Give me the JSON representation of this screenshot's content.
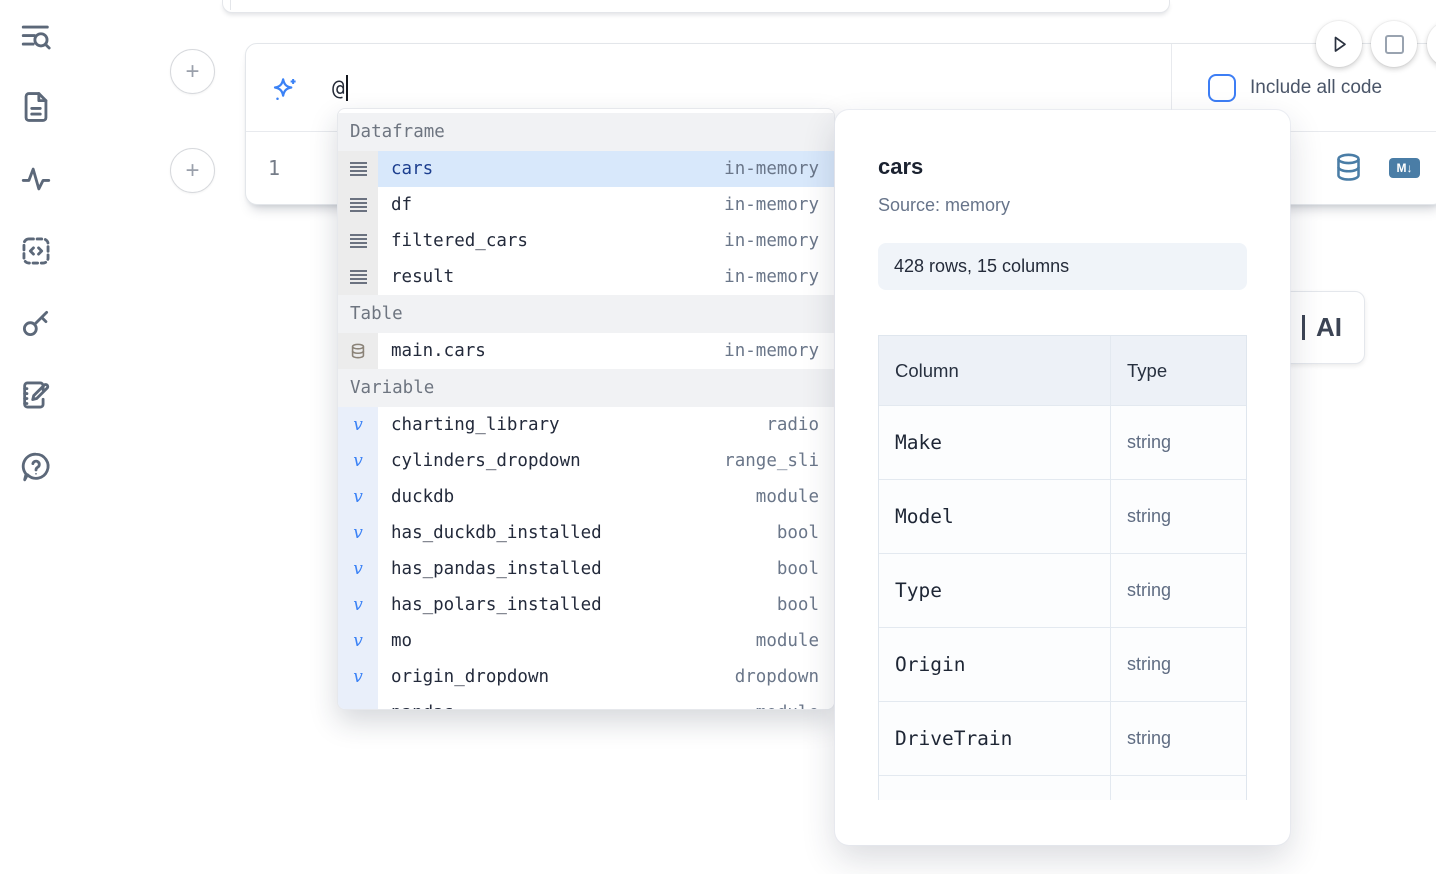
{
  "sidebar": {
    "items": [
      {
        "name": "search-notebook"
      },
      {
        "name": "file-explorer"
      },
      {
        "name": "dependencies"
      },
      {
        "name": "snippets"
      },
      {
        "name": "secrets"
      },
      {
        "name": "scratchpad"
      },
      {
        "name": "help"
      }
    ]
  },
  "cell": {
    "prompt_value": "@",
    "include_all_code_label": "Include all code",
    "include_all_code_checked": false,
    "line_number": "1",
    "markdown_badge": "M↓"
  },
  "ai_button": {
    "label": "AI"
  },
  "autocomplete": {
    "sections": {
      "dataframe": {
        "label": "Dataframe",
        "items": [
          {
            "name": "cars",
            "type": "in-memory",
            "selected": true
          },
          {
            "name": "df",
            "type": "in-memory"
          },
          {
            "name": "filtered_cars",
            "type": "in-memory"
          },
          {
            "name": "result",
            "type": "in-memory"
          }
        ]
      },
      "table": {
        "label": "Table",
        "items": [
          {
            "name": "main.cars",
            "type": "in-memory"
          }
        ]
      },
      "variable": {
        "label": "Variable",
        "items": [
          {
            "name": "charting_library",
            "type": "radio"
          },
          {
            "name": "cylinders_dropdown",
            "type": "range_sli"
          },
          {
            "name": "duckdb",
            "type": "module"
          },
          {
            "name": "has_duckdb_installed",
            "type": "bool"
          },
          {
            "name": "has_pandas_installed",
            "type": "bool"
          },
          {
            "name": "has_polars_installed",
            "type": "bool"
          },
          {
            "name": "mo",
            "type": "module"
          },
          {
            "name": "origin_dropdown",
            "type": "dropdown"
          },
          {
            "name": "pandas",
            "type": "module"
          }
        ]
      }
    }
  },
  "preview": {
    "title": "cars",
    "source": "Source: memory",
    "shape": "428 rows, 15 columns",
    "table": {
      "headers": [
        "Column",
        "Type"
      ],
      "rows": [
        {
          "column": "Make",
          "type": "string"
        },
        {
          "column": "Model",
          "type": "string"
        },
        {
          "column": "Type",
          "type": "string"
        },
        {
          "column": "Origin",
          "type": "string"
        },
        {
          "column": "DriveTrain",
          "type": "string"
        }
      ]
    }
  }
}
